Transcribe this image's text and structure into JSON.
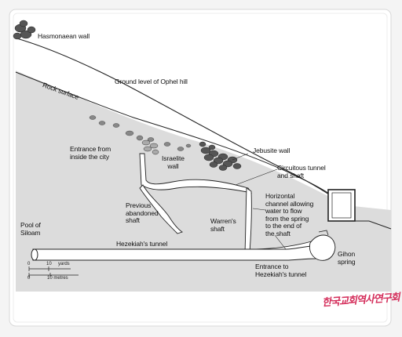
{
  "labels": {
    "hasmonaean_wall": "Hasmonaean wall",
    "ground_level": "Ground level of Ophel hill",
    "rock_surface": "Rock surface",
    "entrance_from_city": "Entrance from\ninside the city",
    "israelite_wall": "Israelite\nwall",
    "jebusite_wall": "Jebusite wall",
    "circuitous_tunnel": "Circuitous tunnel\nand shaft",
    "horizontal_channel": "Horizontal\nchannel allowing\nwater to flow\nfrom the spring\nto the end of\nthe shaft",
    "previous_shaft": "Previous\nabandoned\nshaft",
    "warrens_shaft": "Warren's\nshaft",
    "pool_of_siloam": "Pool of\nSiloam",
    "hezekiahs_tunnel": "Hezekiah's tunnel",
    "gihon_spring": "Gihon\nspring",
    "entrance_hezekiah": "Entrance to\nHezekiah's tunnel"
  },
  "scale": {
    "zero_top": "0",
    "ten_top": "10",
    "yards": "yards",
    "zero_bottom": "0",
    "ten_bottom": "10 metres"
  },
  "watermark": "한국교회역사연구회"
}
